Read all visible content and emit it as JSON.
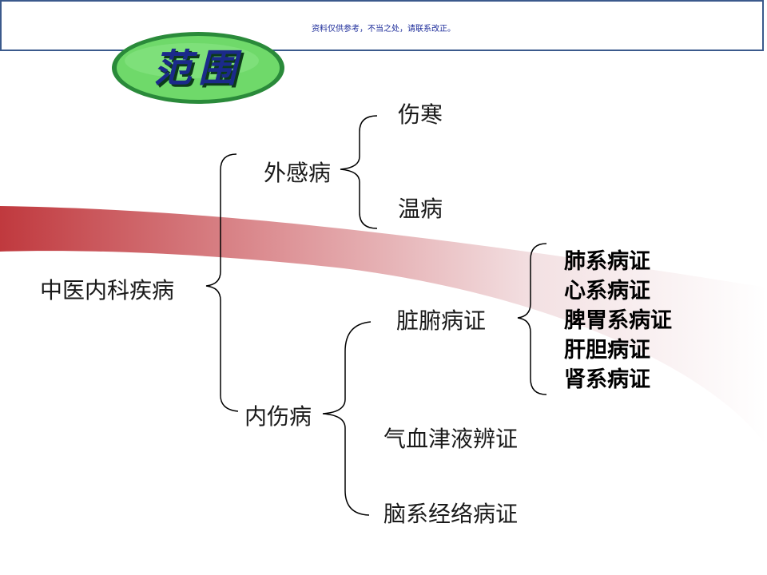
{
  "header": {
    "note": "资料仅供参考，不当之处，请联系改正。"
  },
  "badge": {
    "title": "范围",
    "fill_color": "#6fd96a",
    "outline_color": "#2a8a3a",
    "text_color": "#1b2a8a"
  },
  "diagram": {
    "root": "中医内科疾病",
    "branches": [
      {
        "label": "外感病",
        "children": [
          {
            "label": "伤寒"
          },
          {
            "label": "温病"
          }
        ]
      },
      {
        "label": "内伤病",
        "children": [
          {
            "label": "脏腑病证",
            "children": [
              {
                "label": "肺系病证"
              },
              {
                "label": "心系病证"
              },
              {
                "label": "脾胃系病证"
              },
              {
                "label": "肝胆病证"
              },
              {
                "label": "肾系病证"
              }
            ]
          },
          {
            "label": "气血津液辨证"
          },
          {
            "label": "脑系经络病证"
          }
        ]
      }
    ]
  },
  "colors": {
    "swoosh_start": "#c0393e",
    "swoosh_end": "#ffffff",
    "bracket": "#000000"
  }
}
